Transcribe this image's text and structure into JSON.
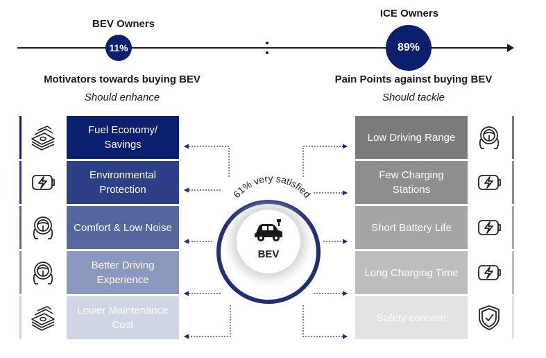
{
  "header": {
    "bev_owners_label": "BEV Owners",
    "bev_owners_pct": "11%",
    "ice_owners_label": "ICE Owners",
    "ice_owners_pct": "89%"
  },
  "left": {
    "title": "Motivators towards buying BEV",
    "subtitle": "Should enhance",
    "items": [
      {
        "label": "Fuel Economy/ Savings",
        "color": "#0b1f6f",
        "icon": "money-stack-icon"
      },
      {
        "label": "Environmental Protection",
        "color": "#2d3f86",
        "icon": "battery-charge-icon"
      },
      {
        "label": "Comfort & Low Noise",
        "color": "#56679f",
        "icon": "steering-wheel-icon"
      },
      {
        "label": "Better Driving Experience",
        "color": "#8a97bf",
        "icon": "steering-wheel-icon"
      },
      {
        "label": "Lower Maintenance Cost",
        "color": "#d0d6e6",
        "icon": "money-stack-icon"
      }
    ]
  },
  "right": {
    "title": "Pain Points against buying BEV",
    "subtitle": "Should tackle",
    "items": [
      {
        "label": "Low Driving Range",
        "color": "#7b7b7b",
        "icon": "steering-wheel-icon"
      },
      {
        "label": "Few Charging Stations",
        "color": "#8e8e8e",
        "icon": "battery-charge-icon"
      },
      {
        "label": "Short Battery Life",
        "color": "#a5a5a5",
        "icon": "battery-charge-icon"
      },
      {
        "label": "Long Charging Time",
        "color": "#bdbdbd",
        "icon": "battery-charge-icon"
      },
      {
        "label": "Safety concern",
        "color": "#e2e2e2",
        "icon": "shield-check-icon"
      }
    ]
  },
  "center": {
    "arc_text": "61% very satisfied",
    "label": "BEV",
    "icon": "electric-car-icon"
  }
}
